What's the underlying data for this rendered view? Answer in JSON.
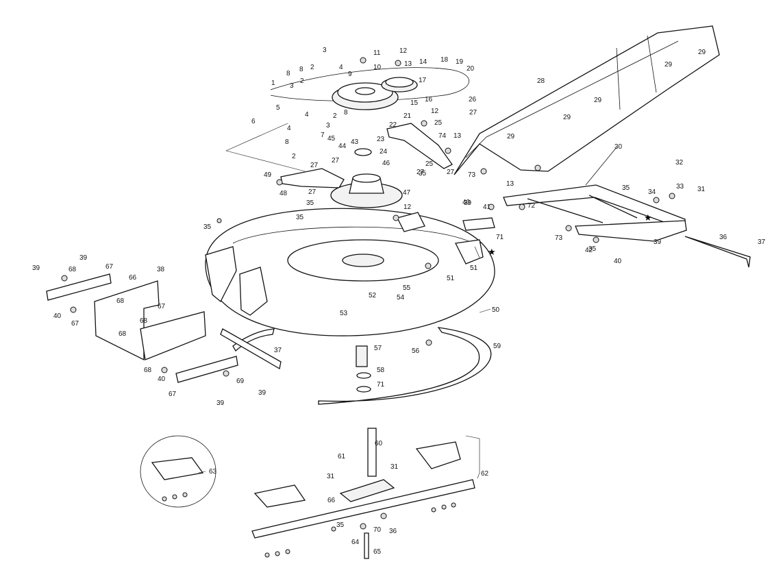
{
  "diagram": {
    "labels": [
      {
        "key": "l1",
        "text": "1"
      },
      {
        "key": "l2a",
        "text": "2"
      },
      {
        "key": "l2b",
        "text": "2"
      },
      {
        "key": "l2c",
        "text": "2"
      },
      {
        "key": "l2d",
        "text": "2"
      },
      {
        "key": "l3a",
        "text": "3"
      },
      {
        "key": "l3b",
        "text": "3"
      },
      {
        "key": "l3c",
        "text": "3"
      },
      {
        "key": "l4a",
        "text": "4"
      },
      {
        "key": "l4b",
        "text": "4"
      },
      {
        "key": "l4c",
        "text": "4"
      },
      {
        "key": "l5",
        "text": "5"
      },
      {
        "key": "l6",
        "text": "6"
      },
      {
        "key": "l7",
        "text": "7"
      },
      {
        "key": "l8a",
        "text": "8"
      },
      {
        "key": "l8b",
        "text": "8"
      },
      {
        "key": "l8c",
        "text": "8"
      },
      {
        "key": "l8d",
        "text": "8"
      },
      {
        "key": "l9",
        "text": "9"
      },
      {
        "key": "l10",
        "text": "10"
      },
      {
        "key": "l11",
        "text": "11"
      },
      {
        "key": "l12a",
        "text": "12"
      },
      {
        "key": "l12b",
        "text": "12"
      },
      {
        "key": "l12c",
        "text": "12"
      },
      {
        "key": "l13a",
        "text": "13"
      },
      {
        "key": "l13b",
        "text": "13"
      },
      {
        "key": "l13c",
        "text": "13"
      },
      {
        "key": "l14",
        "text": "14"
      },
      {
        "key": "l15",
        "text": "15"
      },
      {
        "key": "l16",
        "text": "16"
      },
      {
        "key": "l17",
        "text": "17"
      },
      {
        "key": "l18",
        "text": "18"
      },
      {
        "key": "l19",
        "text": "19"
      },
      {
        "key": "l20",
        "text": "20"
      },
      {
        "key": "l21",
        "text": "21"
      },
      {
        "key": "l22",
        "text": "22"
      },
      {
        "key": "l23",
        "text": "23"
      },
      {
        "key": "l24",
        "text": "24"
      },
      {
        "key": "l25a",
        "text": "25"
      },
      {
        "key": "l25b",
        "text": "25"
      },
      {
        "key": "l26",
        "text": "26"
      },
      {
        "key": "l27a",
        "text": "27"
      },
      {
        "key": "l27b",
        "text": "27"
      },
      {
        "key": "l27c",
        "text": "27"
      },
      {
        "key": "l27d",
        "text": "27"
      },
      {
        "key": "l27e",
        "text": "27"
      },
      {
        "key": "l27f",
        "text": "27"
      },
      {
        "key": "l28",
        "text": "28"
      },
      {
        "key": "l29a",
        "text": "29"
      },
      {
        "key": "l29b",
        "text": "29"
      },
      {
        "key": "l29c",
        "text": "29"
      },
      {
        "key": "l29d",
        "text": "29"
      },
      {
        "key": "l29e",
        "text": "29"
      },
      {
        "key": "l30",
        "text": "30"
      },
      {
        "key": "l31a",
        "text": "31"
      },
      {
        "key": "l31b",
        "text": "31"
      },
      {
        "key": "l31c",
        "text": "31"
      },
      {
        "key": "l32",
        "text": "32"
      },
      {
        "key": "l33",
        "text": "33"
      },
      {
        "key": "l34",
        "text": "34"
      },
      {
        "key": "l35a",
        "text": "35"
      },
      {
        "key": "l35b",
        "text": "35"
      },
      {
        "key": "l35c",
        "text": "35"
      },
      {
        "key": "l35d",
        "text": "35"
      },
      {
        "key": "l35e",
        "text": "35"
      },
      {
        "key": "l35f",
        "text": "35"
      },
      {
        "key": "l35g",
        "text": "35"
      },
      {
        "key": "l36a",
        "text": "36"
      },
      {
        "key": "l36b",
        "text": "36"
      },
      {
        "key": "l37a",
        "text": "37"
      },
      {
        "key": "l37b",
        "text": "37"
      },
      {
        "key": "l38",
        "text": "38"
      },
      {
        "key": "l39a",
        "text": "39"
      },
      {
        "key": "l39b",
        "text": "39"
      },
      {
        "key": "l39c",
        "text": "39"
      },
      {
        "key": "l39d",
        "text": "39"
      },
      {
        "key": "l39e",
        "text": "39"
      },
      {
        "key": "l39f",
        "text": "39"
      },
      {
        "key": "l40a",
        "text": "40"
      },
      {
        "key": "l40b",
        "text": "40"
      },
      {
        "key": "l40c",
        "text": "40"
      },
      {
        "key": "l40d",
        "text": "40"
      },
      {
        "key": "l41",
        "text": "41"
      },
      {
        "key": "l42",
        "text": "42"
      },
      {
        "key": "l43",
        "text": "43"
      },
      {
        "key": "l44",
        "text": "44"
      },
      {
        "key": "l45",
        "text": "45"
      },
      {
        "key": "l46",
        "text": "46"
      },
      {
        "key": "l47",
        "text": "47"
      },
      {
        "key": "l48",
        "text": "48"
      },
      {
        "key": "l49",
        "text": "49"
      },
      {
        "key": "l50",
        "text": "50"
      },
      {
        "key": "l51a",
        "text": "51"
      },
      {
        "key": "l51b",
        "text": "51"
      },
      {
        "key": "l52",
        "text": "52"
      },
      {
        "key": "l53",
        "text": "53"
      },
      {
        "key": "l54",
        "text": "54"
      },
      {
        "key": "l55",
        "text": "55"
      },
      {
        "key": "l56",
        "text": "56"
      },
      {
        "key": "l57",
        "text": "57"
      },
      {
        "key": "l58",
        "text": "58"
      },
      {
        "key": "l59",
        "text": "59"
      },
      {
        "key": "l60",
        "text": "60"
      },
      {
        "key": "l61",
        "text": "61"
      },
      {
        "key": "l62",
        "text": "62"
      },
      {
        "key": "l63",
        "text": "63"
      },
      {
        "key": "l64",
        "text": "64"
      },
      {
        "key": "l65",
        "text": "65"
      },
      {
        "key": "l66a",
        "text": "66"
      },
      {
        "key": "l66b",
        "text": "66"
      },
      {
        "key": "l67a",
        "text": "67"
      },
      {
        "key": "l67b",
        "text": "67"
      },
      {
        "key": "l67c",
        "text": "67"
      },
      {
        "key": "l67d",
        "text": "67"
      },
      {
        "key": "l68a",
        "text": "68"
      },
      {
        "key": "l68b",
        "text": "68"
      },
      {
        "key": "l68c",
        "text": "68"
      },
      {
        "key": "l68d",
        "text": "68"
      },
      {
        "key": "l68e",
        "text": "68"
      },
      {
        "key": "l69",
        "text": "69"
      },
      {
        "key": "l70",
        "text": "70"
      },
      {
        "key": "l71a",
        "text": "71"
      },
      {
        "key": "l71b",
        "text": "71"
      },
      {
        "key": "l72",
        "text": "72"
      },
      {
        "key": "l73a",
        "text": "73"
      },
      {
        "key": "l73b",
        "text": "73"
      },
      {
        "key": "l74",
        "text": "74"
      }
    ],
    "marker_symbol": "★",
    "colors": {
      "line": "#111111",
      "fill": "#ffffff",
      "shade": "#f2f2f2",
      "hardware": "#dddddd"
    }
  }
}
